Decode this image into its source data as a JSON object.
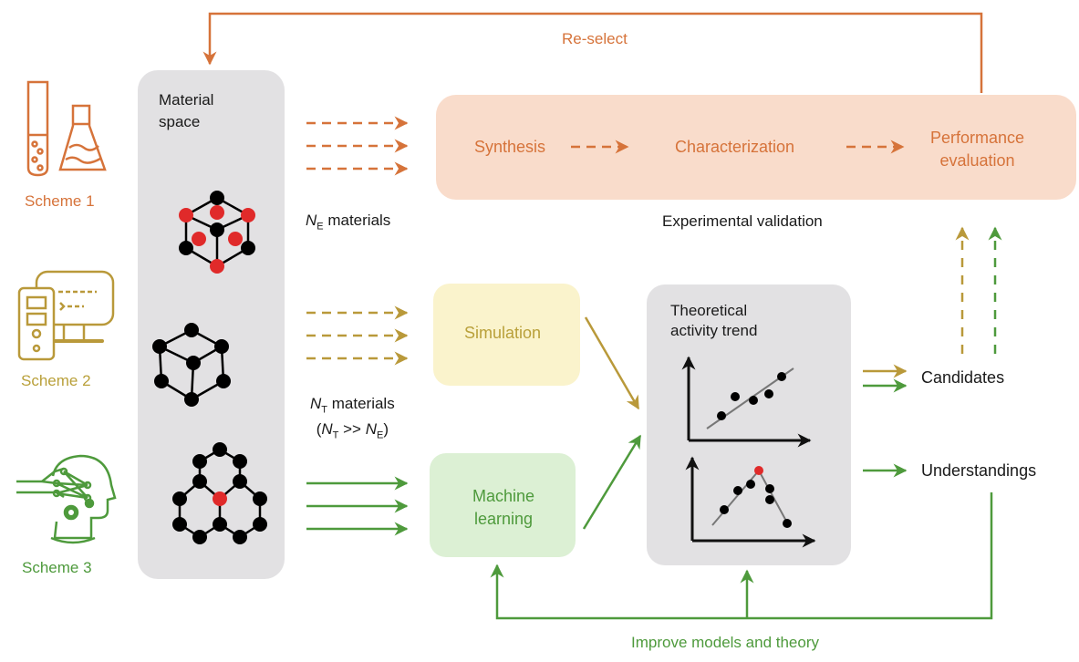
{
  "colors": {
    "orange": "#d6733a",
    "gold": "#b9993a",
    "green": "#4e9a3c",
    "panel_gray": "#e2e1e3",
    "experimental_box": "#f9dccb",
    "simulation_box": "#faf3cc",
    "ml_box": "#dcf0d4",
    "atom_red": "#e02a2a",
    "atom_black": "#000000"
  },
  "feedback": {
    "reselect": "Re-select",
    "improve": "Improve models and theory"
  },
  "schemes": [
    {
      "label": "Scheme 1",
      "icon": "test-tube-flask-icon"
    },
    {
      "label": "Scheme 2",
      "icon": "computer-icon"
    },
    {
      "label": "Scheme 3",
      "icon": "ai-head-icon"
    }
  ],
  "material_space": {
    "title_line1": "Material",
    "title_line2": "space",
    "structures": [
      "fcc-cube-structure",
      "cube-structure",
      "hexagonal-structure"
    ]
  },
  "materials": {
    "ne_symbol": "N",
    "ne_sub": "E",
    "ne_text": " materials",
    "nt_symbol": "N",
    "nt_sub": "T",
    "nt_text": " materials",
    "nt_cmp_open": "(",
    "nt_cmp_mid": " >> ",
    "nt_cmp_close": ")"
  },
  "experimental": {
    "steps": [
      "Synthesis",
      "Characterization",
      "Performance evaluation"
    ],
    "step3_line1": "Performance",
    "step3_line2": "evaluation",
    "caption": "Experimental validation"
  },
  "simulation": {
    "label": "Simulation"
  },
  "machine_learning": {
    "line1": "Machine",
    "line2": "learning"
  },
  "theory": {
    "title_line1": "Theoretical",
    "title_line2": "activity trend"
  },
  "outputs": {
    "candidates": "Candidates",
    "understandings": "Understandings"
  }
}
